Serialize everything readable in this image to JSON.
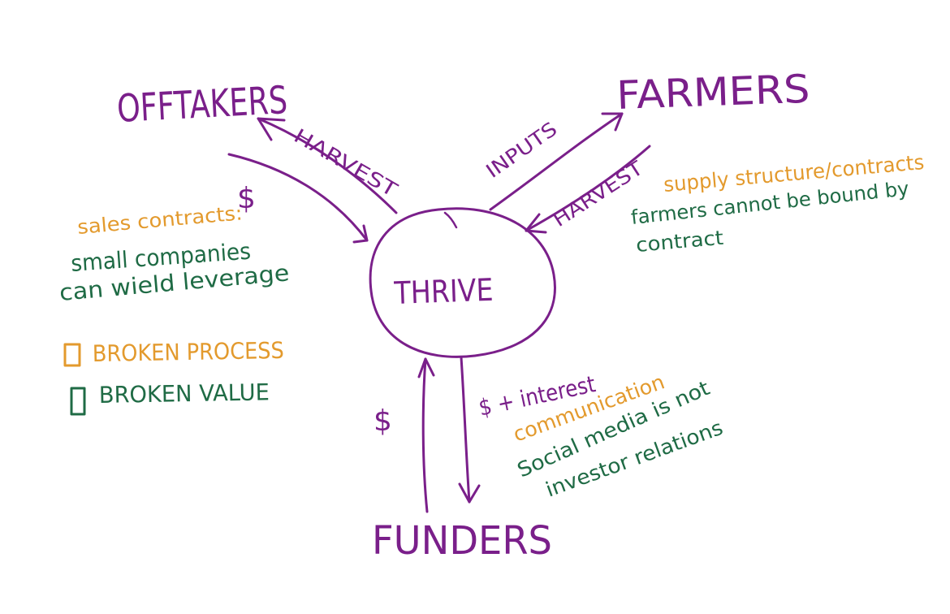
{
  "colors": {
    "purple": "#7a1f8a",
    "orange": "#e39a2d",
    "green": "#1f6b45",
    "background": "#ffffff"
  },
  "nodes": {
    "center": "THRIVE",
    "offtakers": "OFFTAKERS",
    "farmers": "FARMERS",
    "funders": "FUNDERS"
  },
  "flows": {
    "offtakers_harvest": "HARVEST",
    "offtakers_money": "$",
    "farmers_inputs": "INPUTS",
    "farmers_harvest": "HARVEST",
    "funders_money_in": "$",
    "funders_return": "$ + interest"
  },
  "notes": {
    "sales_title": "sales contracts:",
    "sales_line_1": "small companies",
    "sales_line_2": "can wield leverage",
    "supply_title": "supply structure/contracts",
    "supply_line_1": "farmers cannot be bound by",
    "supply_line_2": "contract",
    "communication_title": "communication",
    "communication_line_1": "Social media is not",
    "communication_line_2": "investor relations"
  },
  "legend": {
    "broken_process": "BROKEN PROCESS",
    "broken_value": "BROKEN VALUE"
  }
}
